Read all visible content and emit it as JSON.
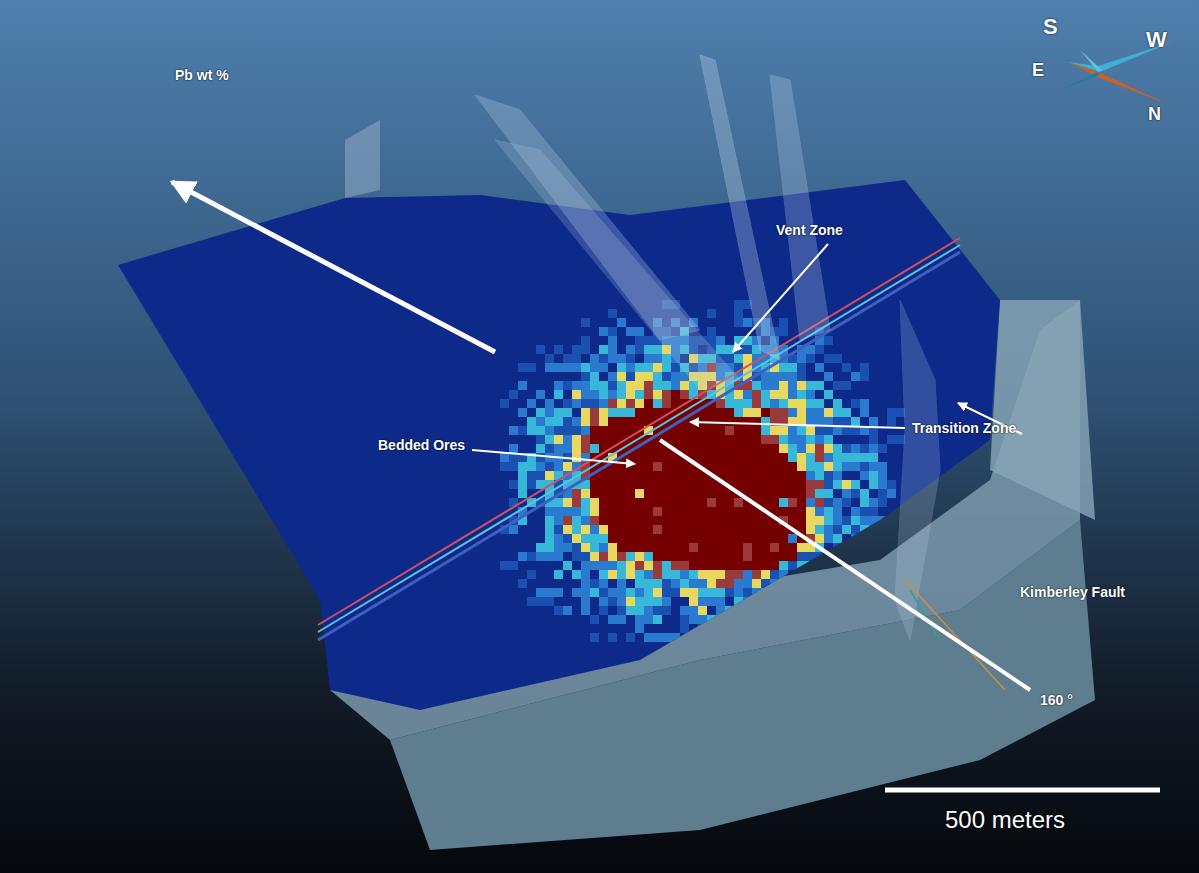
{
  "diagram": {
    "title": "Pb wt %",
    "labels": [
      "S",
      "W",
      "E",
      "N",
      "Vent Zone",
      "Transition Zone",
      "Bedded Ores",
      "Kimberley Fault",
      "160 °",
      "500 meters"
    ]
  }
}
